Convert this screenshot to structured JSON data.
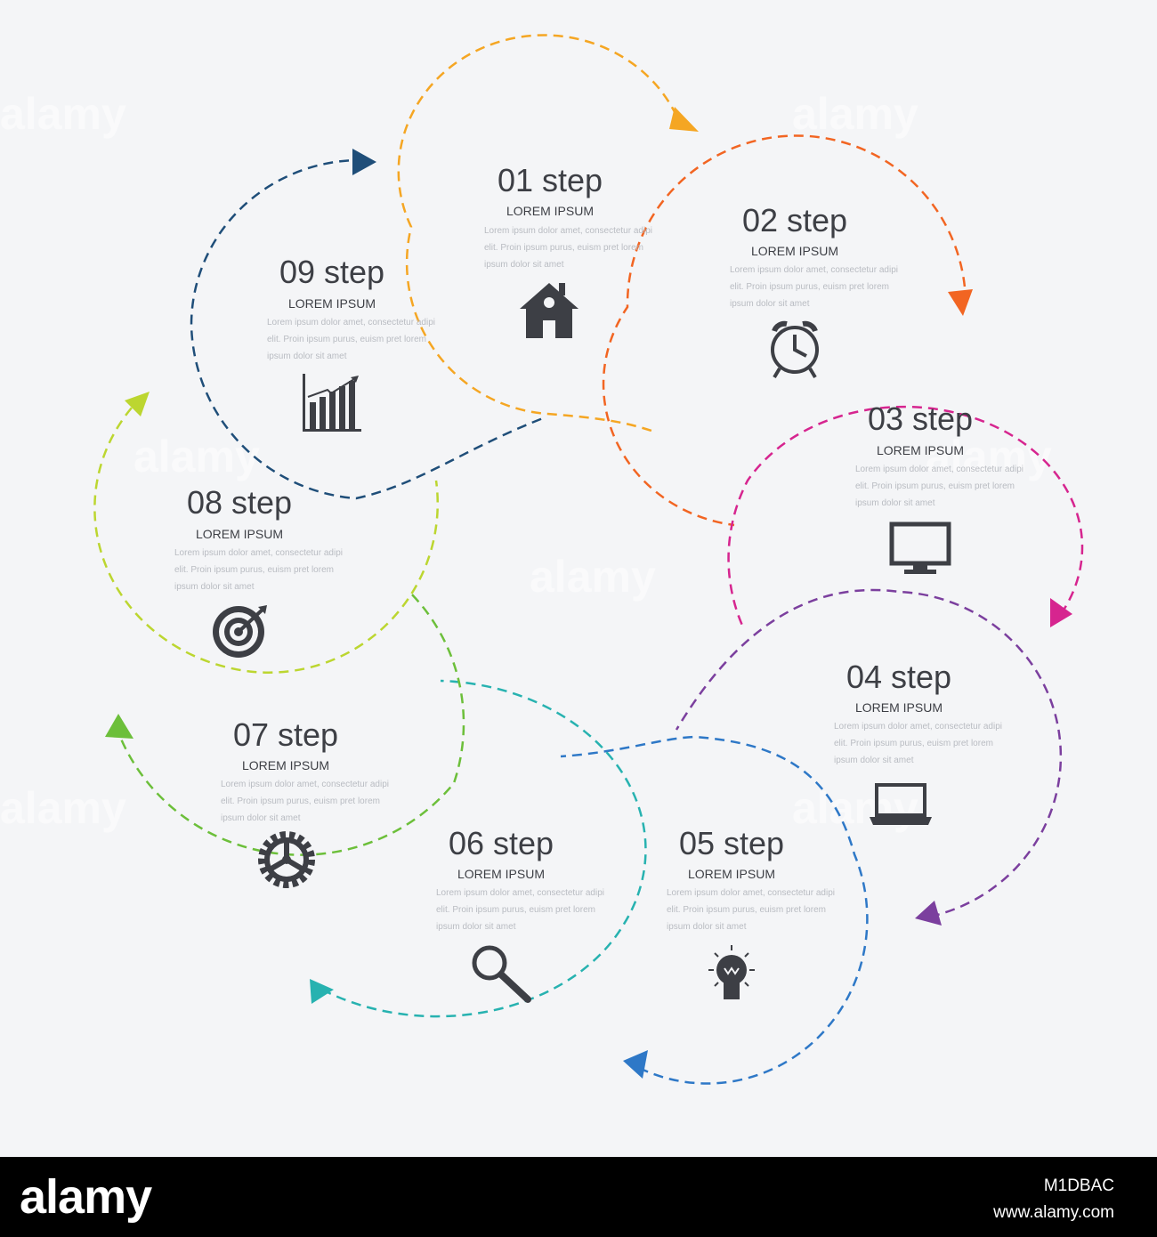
{
  "watermark": "alamy",
  "steps": [
    {
      "title": "01 step",
      "subtitle": "LOREM IPSUM",
      "body": [
        "Lorem ipsum dolor amet, consectetur adipi",
        "elit. Proin ipsum purus, euism pret lorem",
        "ipsum dolor sit amet"
      ],
      "icon": "home-icon",
      "color": "#f5a623"
    },
    {
      "title": "02 step",
      "subtitle": "LOREM IPSUM",
      "body": [
        "Lorem ipsum dolor amet, consectetur adipi",
        "elit. Proin ipsum purus, euism pret lorem",
        "ipsum dolor sit amet"
      ],
      "icon": "alarm-clock-icon",
      "color": "#f26522"
    },
    {
      "title": "03 step",
      "subtitle": "LOREM IPSUM",
      "body": [
        "Lorem ipsum dolor amet, consectetur adipi",
        "elit. Proin ipsum purus, euism pret lorem",
        "ipsum dolor sit amet"
      ],
      "icon": "monitor-icon",
      "color": "#d6258f"
    },
    {
      "title": "04 step",
      "subtitle": "LOREM IPSUM",
      "body": [
        "Lorem ipsum dolor amet, consectetur adipi",
        "elit. Proin ipsum purus, euism pret lorem",
        "ipsum dolor sit amet"
      ],
      "icon": "laptop-icon",
      "color": "#7b3f9e"
    },
    {
      "title": "05 step",
      "subtitle": "LOREM IPSUM",
      "body": [
        "Lorem ipsum dolor amet, consectetur adipi",
        "elit. Proin ipsum purus, euism pret lorem",
        "ipsum dolor sit amet"
      ],
      "icon": "lightbulb-icon",
      "color": "#2e78c7"
    },
    {
      "title": "06 step",
      "subtitle": "LOREM IPSUM",
      "body": [
        "Lorem ipsum dolor amet, consectetur adipi",
        "elit. Proin ipsum purus, euism pret lorem",
        "ipsum dolor sit amet"
      ],
      "icon": "magnifier-icon",
      "color": "#27b2b0"
    },
    {
      "title": "07 step",
      "subtitle": "LOREM IPSUM",
      "body": [
        "Lorem ipsum dolor amet, consectetur adipi",
        "elit. Proin ipsum purus, euism pret lorem",
        "ipsum dolor sit amet"
      ],
      "icon": "gear-icon",
      "color": "#6cbf3a"
    },
    {
      "title": "08 step",
      "subtitle": "LOREM IPSUM",
      "body": [
        "Lorem ipsum dolor amet, consectetur adipi",
        "elit. Proin ipsum purus, euism pret lorem",
        "ipsum dolor sit amet"
      ],
      "icon": "target-icon",
      "color": "#bcd630"
    },
    {
      "title": "09 step",
      "subtitle": "LOREM IPSUM",
      "body": [
        "Lorem ipsum dolor amet, consectetur adipi",
        "elit. Proin ipsum purus, euism pret lorem",
        "ipsum dolor sit amet"
      ],
      "icon": "bar-chart-icon",
      "color": "#1f4e79"
    }
  ],
  "footer": {
    "logo": "alamy",
    "image_id": "M1DBAC",
    "url": "www.alamy.com"
  }
}
